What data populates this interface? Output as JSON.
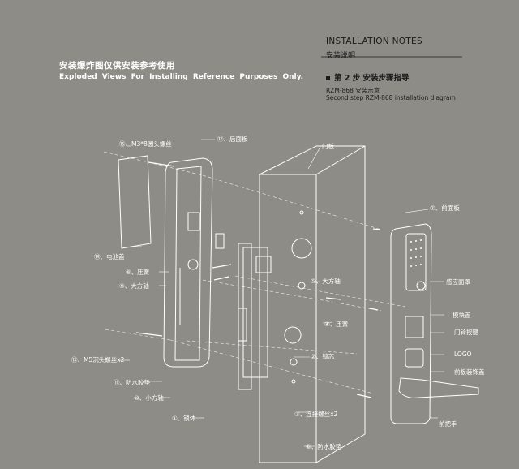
{
  "intro": {
    "title_cn": "安装爆炸图仅供安装参考使用",
    "title_en": "Exploded Views For Installing Reference Purposes Only."
  },
  "notes": {
    "title_en": "INSTALLATION NOTES",
    "title_cn": "安装说明",
    "step_title": "第 2 步  安装步骤指导",
    "step_desc_cn": "RZM-868 安装示意",
    "step_desc_en": "Second step RZM-868 installation diagram"
  },
  "labels": {
    "l15": "⑮、M3*8圆头螺丝",
    "l12": "⑫、后面板",
    "door": "门板",
    "l7": "⑦、前面板",
    "l14": "⑭、电池盖",
    "l8": "⑧、压簧",
    "l9": "⑨、大方轴",
    "l5": "⑤、大方轴",
    "l4": "④、压簧",
    "l2": "②、锁芯",
    "l13": "⑬、M5沉头螺丝x2",
    "l11": "⑪、防水胶垫",
    "l10": "⑩、小方轴",
    "l1": "①、锁体",
    "l3": "③、连接螺丝x2",
    "l6": "⑥、防水胶垫",
    "sensor": "感应面罩",
    "module": "模块盖",
    "doorbell": "门铃按键",
    "logo": "LOGO",
    "panel_deco": "前板装饰盖",
    "front_handle": "前把手"
  },
  "colors": {
    "background": "#8e8c86",
    "line": "#ffffff",
    "dark_text": "#1a1a1a"
  }
}
